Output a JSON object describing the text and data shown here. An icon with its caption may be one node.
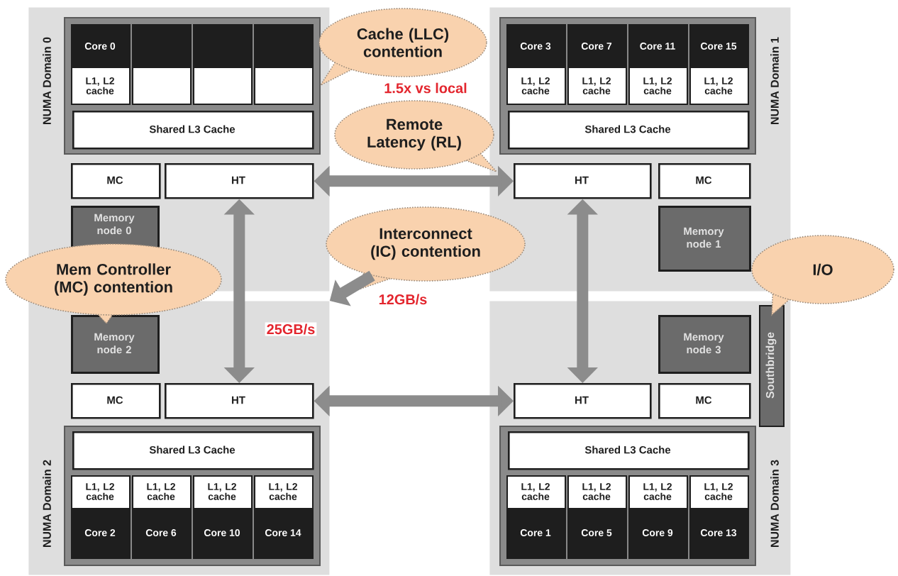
{
  "diagram": {
    "nodes": [
      {
        "text": [
          "NUMA Domain 0"
        ]
      },
      {
        "text": [],
        "shape": "box",
        "in": 0
      },
      {
        "text": [
          "Core 0",
          "L1, L2 cache"
        ],
        "in": 1
      },
      {
        "text": [],
        "shape": "box",
        "in": 1
      },
      {
        "text": [],
        "shape": "box",
        "in": 1
      },
      {
        "text": [],
        "shape": "box",
        "in": 1
      },
      {
        "text": [
          "Shared L3 Cache"
        ],
        "in": 1
      },
      {
        "text": [
          "MC"
        ],
        "in": 0
      },
      {
        "text": [
          "HT"
        ],
        "in": 0
      },
      {
        "text": [
          "Memory node 0"
        ],
        "in": 0
      },
      {
        "text": [
          "NUMA Domain 1"
        ]
      },
      {
        "text": [],
        "shape": "box",
        "in": 10
      },
      {
        "text": [
          "Core 3",
          "L1, L2 cache"
        ],
        "in": 11
      },
      {
        "text": [
          "Core 7",
          "L1, L2 cache"
        ],
        "in": 11
      },
      {
        "text": [
          "Core 11",
          "L1, L2 cache"
        ],
        "in": 11
      },
      {
        "text": [
          "Core 15",
          "L1, L2 cache"
        ],
        "in": 11
      },
      {
        "text": [
          "Shared L3 Cache"
        ],
        "in": 11
      },
      {
        "text": [
          "HT"
        ],
        "in": 10
      },
      {
        "text": [
          "MC"
        ],
        "in": 10
      },
      {
        "text": [
          "Memory node 1"
        ],
        "in": 10
      },
      {
        "text": [
          "NUMA Domain 2"
        ]
      },
      {
        "text": [
          "Memory node 2"
        ],
        "in": 20
      },
      {
        "text": [
          "MC"
        ],
        "in": 20
      },
      {
        "text": [
          "HT"
        ],
        "in": 20
      },
      {
        "text": [],
        "shape": "box",
        "in": 20
      },
      {
        "text": [
          "Shared L3 Cache"
        ],
        "in": 24
      },
      {
        "text": [
          "L1, L2 cache",
          "Core 2"
        ],
        "in": 24
      },
      {
        "text": [
          "L1, L2 cache",
          "Core 6"
        ],
        "in": 24
      },
      {
        "text": [
          "L1, L2 cache",
          "Core 10"
        ],
        "in": 24
      },
      {
        "text": [
          "L1, L2 cache",
          "Core 14"
        ],
        "in": 24
      },
      {
        "text": [
          "NUMA Domain 3"
        ]
      },
      {
        "text": [
          "Memory node 3"
        ],
        "in": 30
      },
      {
        "text": [
          "Southbridge"
        ],
        "in": 30
      },
      {
        "text": [
          "HT"
        ],
        "in": 30
      },
      {
        "text": [
          "MC"
        ],
        "in": 30
      },
      {
        "text": [],
        "shape": "box",
        "in": 30
      },
      {
        "text": [
          "Shared L3 Cache"
        ],
        "in": 35
      },
      {
        "text": [
          "L1, L2 cache",
          "Core 1"
        ],
        "in": 35
      },
      {
        "text": [
          "L1, L2 cache",
          "Core 5"
        ],
        "in": 35
      },
      {
        "text": [
          "L1, L2 cache",
          "Core 9"
        ],
        "in": 35
      },
      {
        "text": [
          "L1, L2 cache",
          "Core 13"
        ],
        "in": 35
      },
      {
        "text": [
          "Cache (LLC) contention"
        ]
      },
      {
        "text": [
          "Remote Latency (RL)"
        ]
      },
      {
        "text": [
          "Interconnect (IC) contention"
        ]
      },
      {
        "text": [
          "Mem Controller (MC) contention"
        ]
      },
      {
        "text": [
          "I/O"
        ]
      }
    ],
    "edges": [
      {
        "from": 8,
        "to": 17,
        "arrow": "both"
      },
      {
        "from": 8,
        "to": 23,
        "arrow": "both",
        "label": "25GB/s"
      },
      {
        "from": 17,
        "to": 33,
        "arrow": "both"
      },
      {
        "from": 23,
        "to": 33,
        "arrow": "both"
      },
      {
        "from": 43,
        "to": 20,
        "arrow": "to",
        "label": "12GB/s"
      }
    ],
    "labels": [
      "1.5x vs local"
    ]
  }
}
